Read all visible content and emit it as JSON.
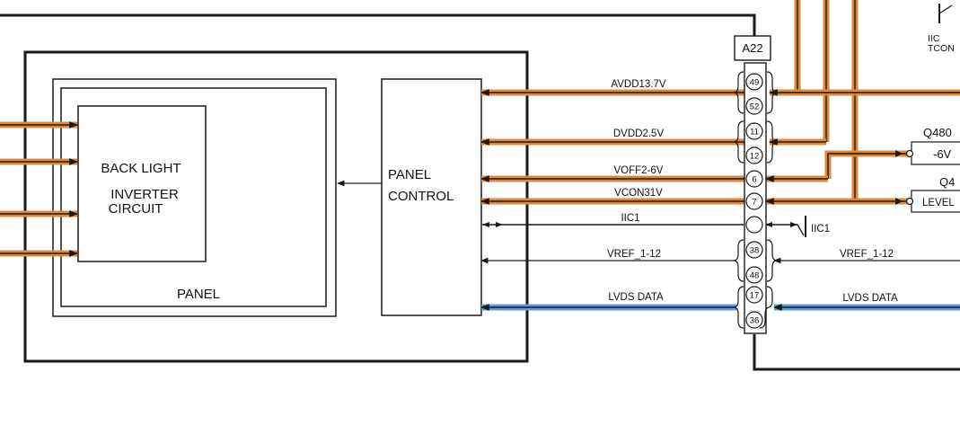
{
  "connector": {
    "name": "A22"
  },
  "blocks": {
    "panel": "PANEL",
    "backlight_line1": "BACK LIGHT",
    "backlight_line2": "INVERTER",
    "backlight_line3": "CIRCUIT",
    "panel_control_line1": "PANEL",
    "panel_control_line2": "CONTROL"
  },
  "signals": [
    {
      "id": "avdd",
      "label": "AVDD13.7V",
      "pins": [
        "49",
        "52"
      ],
      "kind": "power"
    },
    {
      "id": "dvdd",
      "label": "DVDD2.5V",
      "pins": [
        "11",
        "12"
      ],
      "kind": "power"
    },
    {
      "id": "voff",
      "label": "VOFF2-6V",
      "pins": [
        "6"
      ],
      "kind": "power"
    },
    {
      "id": "vcon",
      "label": "VCON31V",
      "pins": [
        "7"
      ],
      "kind": "power"
    },
    {
      "id": "iic",
      "label": "IIC1",
      "pins": [
        ""
      ],
      "kind": "bidir"
    },
    {
      "id": "vref",
      "label": "VREF_1-12",
      "pins": [
        "38",
        "48"
      ],
      "kind": "signal"
    },
    {
      "id": "lvds",
      "label": "LVDS DATA",
      "pins": [
        "17",
        "36"
      ],
      "kind": "data"
    }
  ],
  "right_side": {
    "iic_label": "IIC1",
    "vref_label": "VREF_1-12",
    "lvds_label": "LVDS DATA",
    "q480_label": "Q480",
    "q480_value": "-6V",
    "q4_label": "Q4",
    "level_label": "LEVEL",
    "top_iic_line1": "IIC",
    "top_iic_line2": "TCON"
  },
  "colors": {
    "power": "#e0883a",
    "data": "#5b9bd5",
    "line": "#1a1a1a"
  }
}
